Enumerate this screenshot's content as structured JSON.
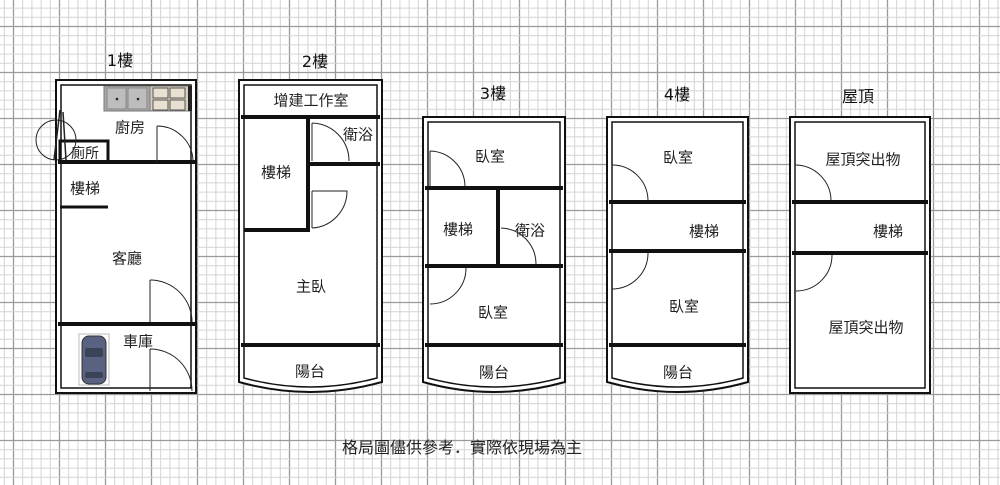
{
  "floors": [
    {
      "title": "1樓",
      "rooms": [
        "廚房",
        "廁所",
        "樓梯",
        "客廳",
        "車庫"
      ]
    },
    {
      "title": "2樓",
      "rooms": [
        "增建工作室",
        "樓梯",
        "衛浴",
        "主臥",
        "陽台"
      ]
    },
    {
      "title": "3樓",
      "rooms": [
        "臥室",
        "樓梯",
        "衛浴",
        "臥室",
        "陽台"
      ]
    },
    {
      "title": "4樓",
      "rooms": [
        "臥室",
        "樓梯",
        "臥室",
        "陽台"
      ]
    },
    {
      "title": "屋頂",
      "rooms": [
        "屋頂突出物",
        "樓梯",
        "屋頂突出物"
      ]
    }
  ],
  "note": "格局圖儘供參考．實際依現場為主",
  "colors": {
    "wall": "#111111",
    "grid_minor": "#d4d4d4",
    "grid_major": "#9a9a9a",
    "car": "#5a6282"
  }
}
